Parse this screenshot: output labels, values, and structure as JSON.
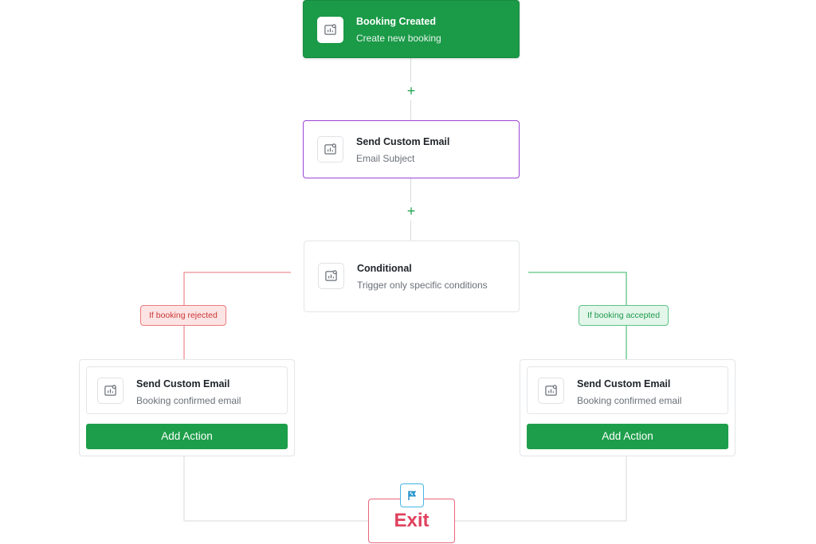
{
  "trigger": {
    "title": "Booking Created",
    "subtitle": "Create new booking",
    "icon": "chart-icon"
  },
  "steps": [
    {
      "title": "Send Custom Email",
      "subtitle": "Email Subject",
      "icon": "chart-icon"
    },
    {
      "title": "Conditional",
      "subtitle": "Trigger only specific conditions",
      "icon": "chart-icon"
    }
  ],
  "add_step_symbol": "+",
  "branches": {
    "left": {
      "label": "If booking rejected",
      "action_title": "Send Custom Email",
      "action_subtitle": "Booking confirmed email",
      "button": "Add Action"
    },
    "right": {
      "label": "If booking accepted",
      "action_title": "Send Custom Email",
      "action_subtitle": "Booking confirmed email",
      "button": "Add Action"
    }
  },
  "exit": {
    "label": "Exit",
    "icon": "flag-icon"
  },
  "colors": {
    "accent_green": "#1b9a48",
    "email_border": "#9a45d8",
    "rejected": "#ea7b7b",
    "accepted": "#5cc386",
    "exit": "#e0415e",
    "flag": "#42b7e6"
  }
}
